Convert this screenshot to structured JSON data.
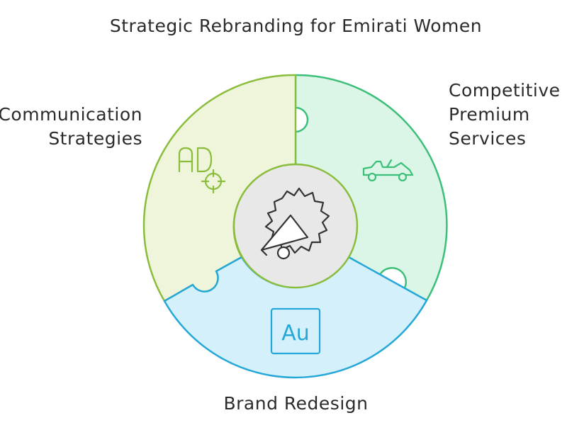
{
  "title": "Strategic Rebranding for Emirati Women",
  "segments": {
    "left": {
      "lines": [
        "Communication",
        "Strategies"
      ],
      "icon": "ad-target-icon",
      "color": "#8bbd3c",
      "fill": "#eef5da"
    },
    "right": {
      "lines": [
        "Competitive",
        "Premium",
        "Services"
      ],
      "icon": "convertible-car-icon",
      "color": "#3cbf79",
      "fill": "#dbf6e7"
    },
    "bottom": {
      "lines": [
        "Brand Redesign"
      ],
      "icon": "audition-logo-icon",
      "icon_text": "Au",
      "color": "#25a7d8",
      "fill": "#d3f0fb"
    }
  },
  "center": {
    "icon": "megaphone-icon",
    "fill": "#e8e8e8",
    "stroke": "#8bbd3c"
  }
}
